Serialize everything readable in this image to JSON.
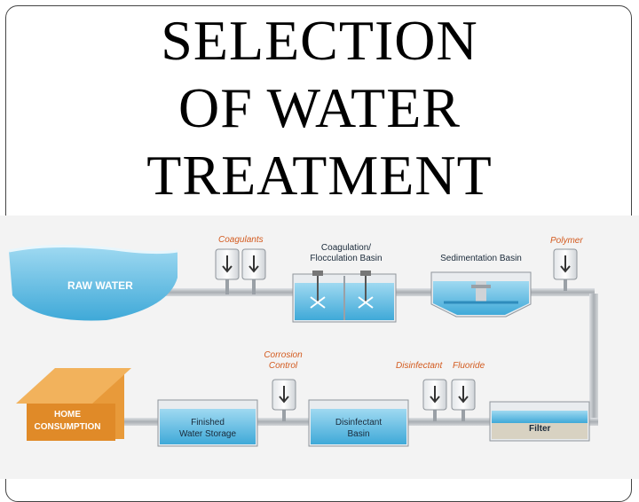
{
  "title_lines": [
    "SELECTION",
    "OF WATER",
    "TREATMENT"
  ],
  "diagram": {
    "labels": {
      "coagulants": "Coagulants",
      "coagulation_line1": "Coagulation/",
      "coagulation_line2": "Flocculation Basin",
      "sedimentation": "Sedimentation Basin",
      "polymer": "Polymer",
      "raw_water": "RAW WATER",
      "corrosion_line1": "Corrosion",
      "corrosion_line2": "Control",
      "disinfectant_chem": "Disinfectant",
      "fluoride": "Fluoride",
      "home_line1": "HOME",
      "home_line2": "CONSUMPTION",
      "finished_line1": "Finished",
      "finished_line2": "Water Storage",
      "disinfectant_basin_line1": "Disinfectant",
      "disinfectant_basin_line2": "Basin",
      "filter": "Filter"
    },
    "colors": {
      "chemical_label": "#d35a1e",
      "water": "#6cc4e8",
      "water_light": "#bfe6f6",
      "pipe": "#b8bdc2",
      "house": "#e89a3a",
      "dark_text": "#1a2a3a"
    }
  }
}
